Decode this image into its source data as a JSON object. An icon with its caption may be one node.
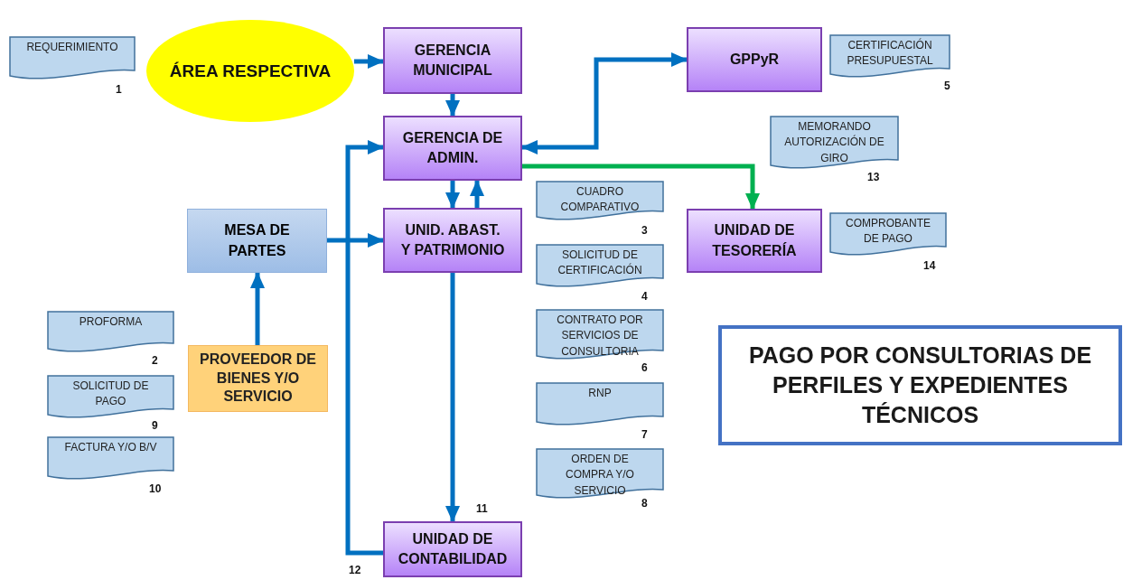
{
  "diagram": {
    "title": "PAGO POR CONSULTORIAS DE PERFILES Y EXPEDIENTES TÉCNICOS",
    "nodes": [
      {
        "text": [
          "REQUERIMIENTO"
        ],
        "beside": [
          "1"
        ]
      },
      {
        "text": [
          "ÁREA RESPECTIVA"
        ]
      },
      {
        "text": [
          "GERENCIA MUNICIPAL"
        ]
      },
      {
        "text": [
          "GPPyR"
        ]
      },
      {
        "text": [
          "CERTIFICACIÓN PRESUPUESTAL"
        ],
        "beside": [
          "5"
        ]
      },
      {
        "text": [
          "GERENCIA DE ADMIN."
        ]
      },
      {
        "text": [
          "MEMORANDO AUTORIZACIÓN DE GIRO"
        ],
        "beside": [
          "13"
        ]
      },
      {
        "text": [
          "MESA DE PARTES"
        ]
      },
      {
        "text": [
          "UNID. ABAST. Y PATRIMONIO"
        ]
      },
      {
        "text": [
          "CUADRO COMPARATIVO"
        ],
        "beside": [
          "3"
        ]
      },
      {
        "text": [
          "UNIDAD DE TESORERÍA"
        ]
      },
      {
        "text": [
          "COMPROBANTE DE PAGO"
        ],
        "beside": [
          "14"
        ]
      },
      {
        "text": [
          "SOLICITUD DE CERTIFICACIÓN"
        ],
        "beside": [
          "4"
        ]
      },
      {
        "text": [
          "PROFORMA"
        ],
        "beside": [
          "2"
        ]
      },
      {
        "text": [
          "CONTRATO POR SERVICIOS DE CONSULTORIA"
        ],
        "beside": [
          "6"
        ]
      },
      {
        "text": [
          "PROVEEDOR DE BIENES Y/O SERVICIO"
        ]
      },
      {
        "text": [
          "SOLICITUD DE PAGO"
        ],
        "beside": [
          "9"
        ]
      },
      {
        "text": [
          "RNP"
        ],
        "beside": [
          "7"
        ]
      },
      {
        "text": [
          "FACTURA Y/O B/V"
        ],
        "beside": [
          "10"
        ]
      },
      {
        "text": [
          "ORDEN DE COMPRA Y/O SERVICIO"
        ],
        "beside": [
          "8"
        ]
      },
      {
        "text": [
          "UNIDAD DE CONTABILIDAD"
        ],
        "beside": [
          "11"
        ]
      }
    ],
    "edges": [
      {
        "from": 1,
        "to": 2,
        "arrow": "to"
      },
      {
        "from": 2,
        "to": 5,
        "arrow": "to"
      },
      {
        "from": 5,
        "to": 3,
        "arrow": "both"
      },
      {
        "from": 5,
        "to": 10,
        "arrow": "to",
        "color": "#00b050"
      },
      {
        "from": 5,
        "to": 8,
        "arrow": "to"
      },
      {
        "from": 8,
        "to": 5,
        "arrow": "to"
      },
      {
        "from": 7,
        "to": 8,
        "arrow": "to"
      },
      {
        "from": 15,
        "to": 7,
        "arrow": "to"
      },
      {
        "from": 8,
        "to": 20,
        "arrow": "to"
      },
      {
        "from": 20,
        "to": 5,
        "arrow": "to"
      }
    ],
    "labels": [
      "12"
    ]
  }
}
